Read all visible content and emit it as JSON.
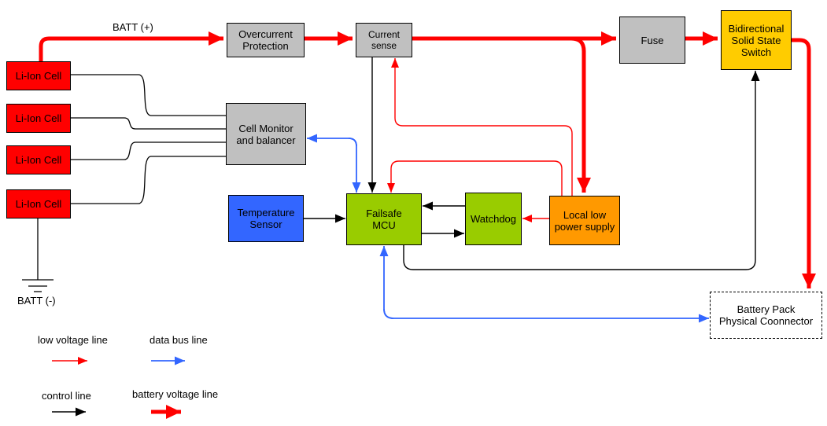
{
  "labels": {
    "batt_plus": "BATT (+)",
    "batt_minus": "BATT (-)"
  },
  "cells": [
    "Li-Ion Cell",
    "Li-Ion Cell",
    "Li-Ion Cell",
    "Li-Ion Cell"
  ],
  "nodes": {
    "overcurrent_protection": "Overcurrent\nProtection",
    "current_sense": "Current\nsense",
    "fuse": "Fuse",
    "bidirectional_switch": "Bidirectional\nSolid State\nSwitch",
    "cell_monitor": "Cell Monitor\nand balancer",
    "temperature_sensor": "Temperature\nSensor",
    "failsafe_mcu": "Failsafe\nMCU",
    "watchdog": "Watchdog",
    "local_power_supply": "Local low\npower supply",
    "battery_connector": "Battery Pack\nPhysical Coonnector"
  },
  "legend": {
    "low_voltage": "low voltage line",
    "data_bus": "data bus line",
    "control": "control line",
    "battery_voltage": "battery voltage line"
  },
  "colors": {
    "battery_voltage_line": "#ff0000",
    "low_voltage_line": "#ff0000",
    "data_bus_line": "#3366ff",
    "control_line": "#000000",
    "cell_fill": "#ff0000",
    "block_fill_gray": "#c0c0c0",
    "switch_fill": "#ffcc00",
    "mcu_fill": "#99cc00",
    "supply_fill": "#ff9900",
    "sensor_fill": "#3366ff"
  }
}
